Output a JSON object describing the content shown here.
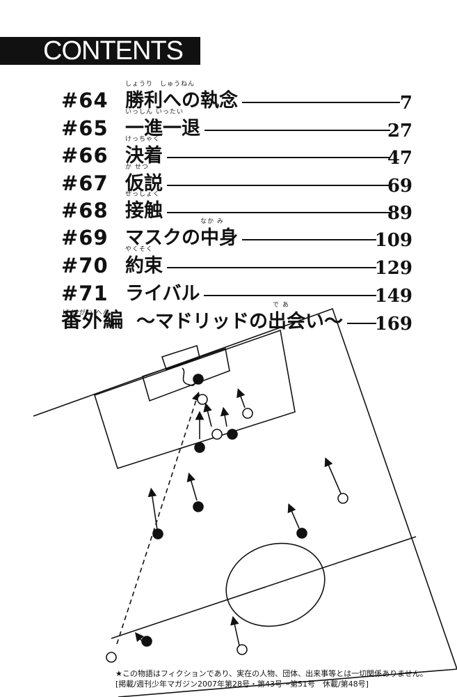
{
  "header": {
    "title": "CONTENTS"
  },
  "toc": [
    {
      "num": "#64",
      "title": "勝利への執念",
      "ruby": "しょうり　しゅうねん",
      "page": "7"
    },
    {
      "num": "#65",
      "title": "一進一退",
      "ruby": "いっしん いったい",
      "page": "27"
    },
    {
      "num": "#66",
      "title": "決着",
      "ruby": "けっちゃく",
      "page": "47"
    },
    {
      "num": "#67",
      "title": "仮説",
      "ruby": "か せつ",
      "page": "69"
    },
    {
      "num": "#68",
      "title": "接触",
      "ruby": "せっしょく",
      "page": "89"
    },
    {
      "num": "#69",
      "title": "マスクの中身",
      "ruby": "なか み",
      "page": "109"
    },
    {
      "num": "#70",
      "title": "約束",
      "ruby": "やくそく",
      "page": "129"
    },
    {
      "num": "#71",
      "title": "ライバル",
      "ruby": "",
      "page": "149"
    },
    {
      "num": "番外編",
      "title": "～マドリッドの出会い～",
      "ruby": "で あ",
      "num_ruby": "ばん がい へん",
      "page": "169"
    }
  ],
  "notes": {
    "disclaimer": "★この物語はフィクションであり、実在の人物、団体、出来事等とは一切関係ありません。",
    "publication": "[掲載/週刊少年マガジン2007年第28号・第43号～第51号　休載/第48号]"
  }
}
